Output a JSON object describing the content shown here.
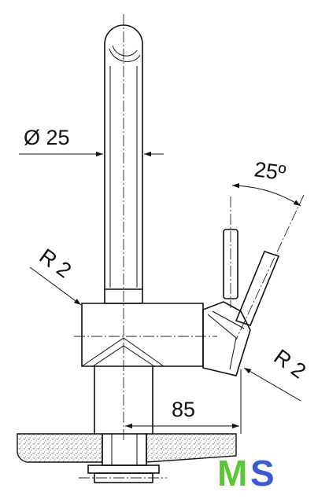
{
  "dimensions": {
    "diameter": "Ø 25",
    "angle": "25º",
    "radius_left": "R 2",
    "radius_right": "R 2",
    "reach": "85"
  },
  "logo": {
    "letter_m": "M",
    "letter_s": "S",
    "color_m": "#5cc63a",
    "color_s": "#3b5bd6"
  }
}
